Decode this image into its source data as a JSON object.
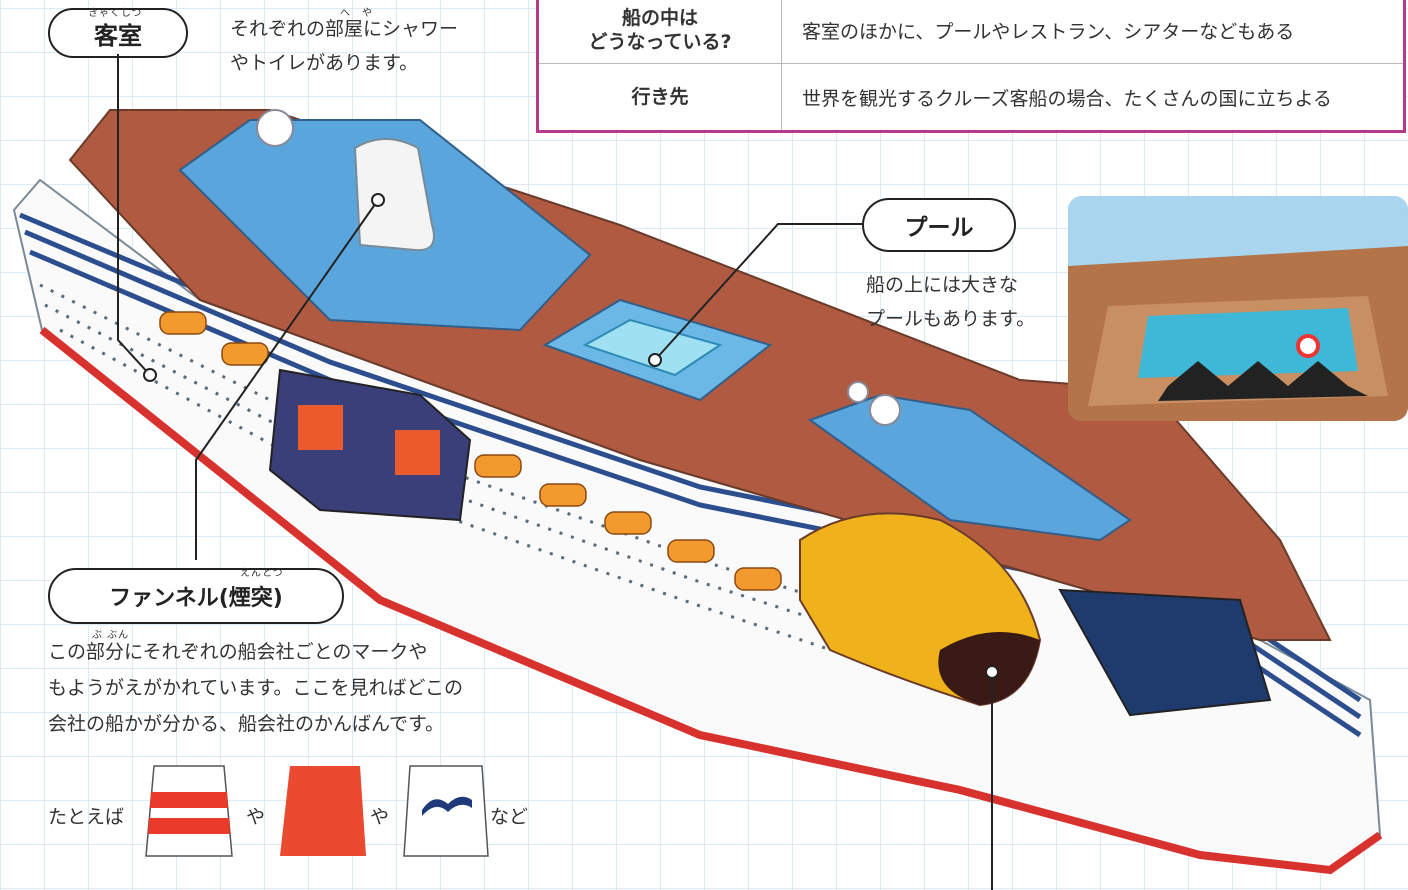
{
  "cabin": {
    "title": "客室",
    "ruby": "きゃくしつ",
    "desc1": "それぞれの部屋にシャワー",
    "desc2": "やトイレがあります。",
    "ruby_heya": "へ　や"
  },
  "table": {
    "rows": [
      {
        "head1": "船の中は",
        "head2": "どうなっている?",
        "value": "客室のほかに、プールやレストラン、シアターなどもある"
      },
      {
        "head1": "行き先",
        "head2": "",
        "value": "世界を観光するクルーズ客船の場合、たくさんの国に立ちよる"
      }
    ]
  },
  "pool": {
    "title": "プール",
    "desc1": "船の上には大きな",
    "desc2": "プールもあります。"
  },
  "funnel": {
    "title": "ファンネル(煙突)",
    "ruby": "えんとつ",
    "desc1": "この部分にそれぞれの船会社ごとのマークや",
    "desc2": "もようがえがかれています。ここを見ればどこの",
    "desc3": "会社の船かが分かる、船会社のかんばんです。",
    "ruby_bubun": "ぶ ぶん"
  },
  "examples": {
    "prefix": "たとえば",
    "sep1": "や",
    "sep2": "や",
    "suffix": "など"
  },
  "colors": {
    "accent": "#b53a8c",
    "hull_red": "#d8322e",
    "deck": "#b05a42",
    "deck_blue": "#5aa6dc",
    "funnel_red": "#ea4a2f"
  }
}
